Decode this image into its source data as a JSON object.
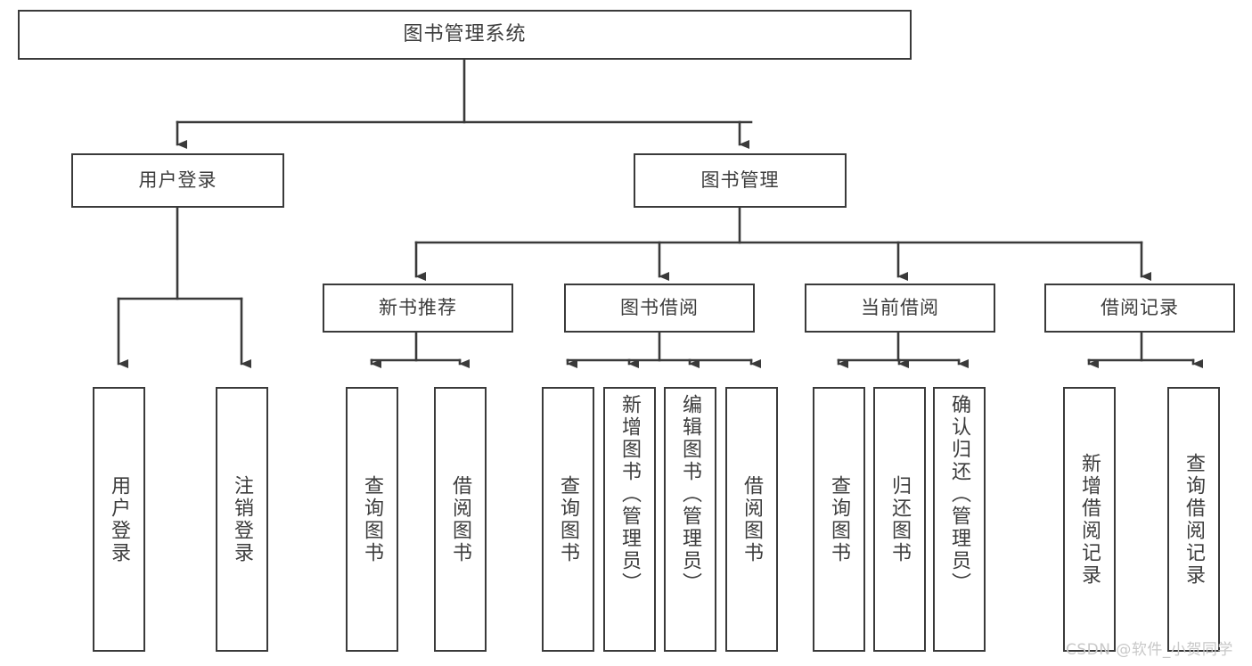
{
  "diagram": {
    "title": "图书管理系统",
    "watermark": "CSDN @软件_小贺同学",
    "stroke_color": "#3a3a3a",
    "text_color": "#3d3d3d",
    "background_color": "#ffffff",
    "watermark_color": "#c8c8c8"
  },
  "nodes": {
    "root": {
      "label": "图书管理系统"
    },
    "level2": [
      {
        "label": "用户登录"
      },
      {
        "label": "图书管理"
      }
    ],
    "level3": [
      {
        "label": "新书推荐"
      },
      {
        "label": "图书借阅"
      },
      {
        "label": "当前借阅"
      },
      {
        "label": "借阅记录"
      }
    ],
    "leaves": {
      "user_login": [
        {
          "label": "用户登录"
        },
        {
          "label": "注销登录"
        }
      ],
      "new_book": [
        {
          "label": "查询图书"
        },
        {
          "label": "借阅图书"
        }
      ],
      "borrow": [
        {
          "label": "查询图书"
        },
        {
          "label": "新增图书（管理员）"
        },
        {
          "label": "编辑图书（管理员）"
        },
        {
          "label": "借阅图书"
        }
      ],
      "current": [
        {
          "label": "查询图书"
        },
        {
          "label": "归还图书"
        },
        {
          "label": "确认归还（管理员）"
        }
      ],
      "records": [
        {
          "label": "新增借阅记录"
        },
        {
          "label": "查询借阅记录"
        }
      ]
    }
  },
  "chart_data": {
    "type": "tree",
    "title": "图书管理系统",
    "orientation": "top-down",
    "levels": 4,
    "root": "图书管理系统",
    "edges": [
      [
        "图书管理系统",
        "用户登录"
      ],
      [
        "图书管理系统",
        "图书管理"
      ],
      [
        "用户登录",
        "用户登录"
      ],
      [
        "用户登录",
        "注销登录"
      ],
      [
        "图书管理",
        "新书推荐"
      ],
      [
        "图书管理",
        "图书借阅"
      ],
      [
        "图书管理",
        "当前借阅"
      ],
      [
        "图书管理",
        "借阅记录"
      ],
      [
        "新书推荐",
        "查询图书"
      ],
      [
        "新书推荐",
        "借阅图书"
      ],
      [
        "图书借阅",
        "查询图书"
      ],
      [
        "图书借阅",
        "新增图书（管理员）"
      ],
      [
        "图书借阅",
        "编辑图书（管理员）"
      ],
      [
        "图书借阅",
        "借阅图书"
      ],
      [
        "当前借阅",
        "查询图书"
      ],
      [
        "当前借阅",
        "归还图书"
      ],
      [
        "当前借阅",
        "确认归还（管理员）"
      ],
      [
        "借阅记录",
        "新增借阅记录"
      ],
      [
        "借阅记录",
        "查询借阅记录"
      ]
    ]
  }
}
